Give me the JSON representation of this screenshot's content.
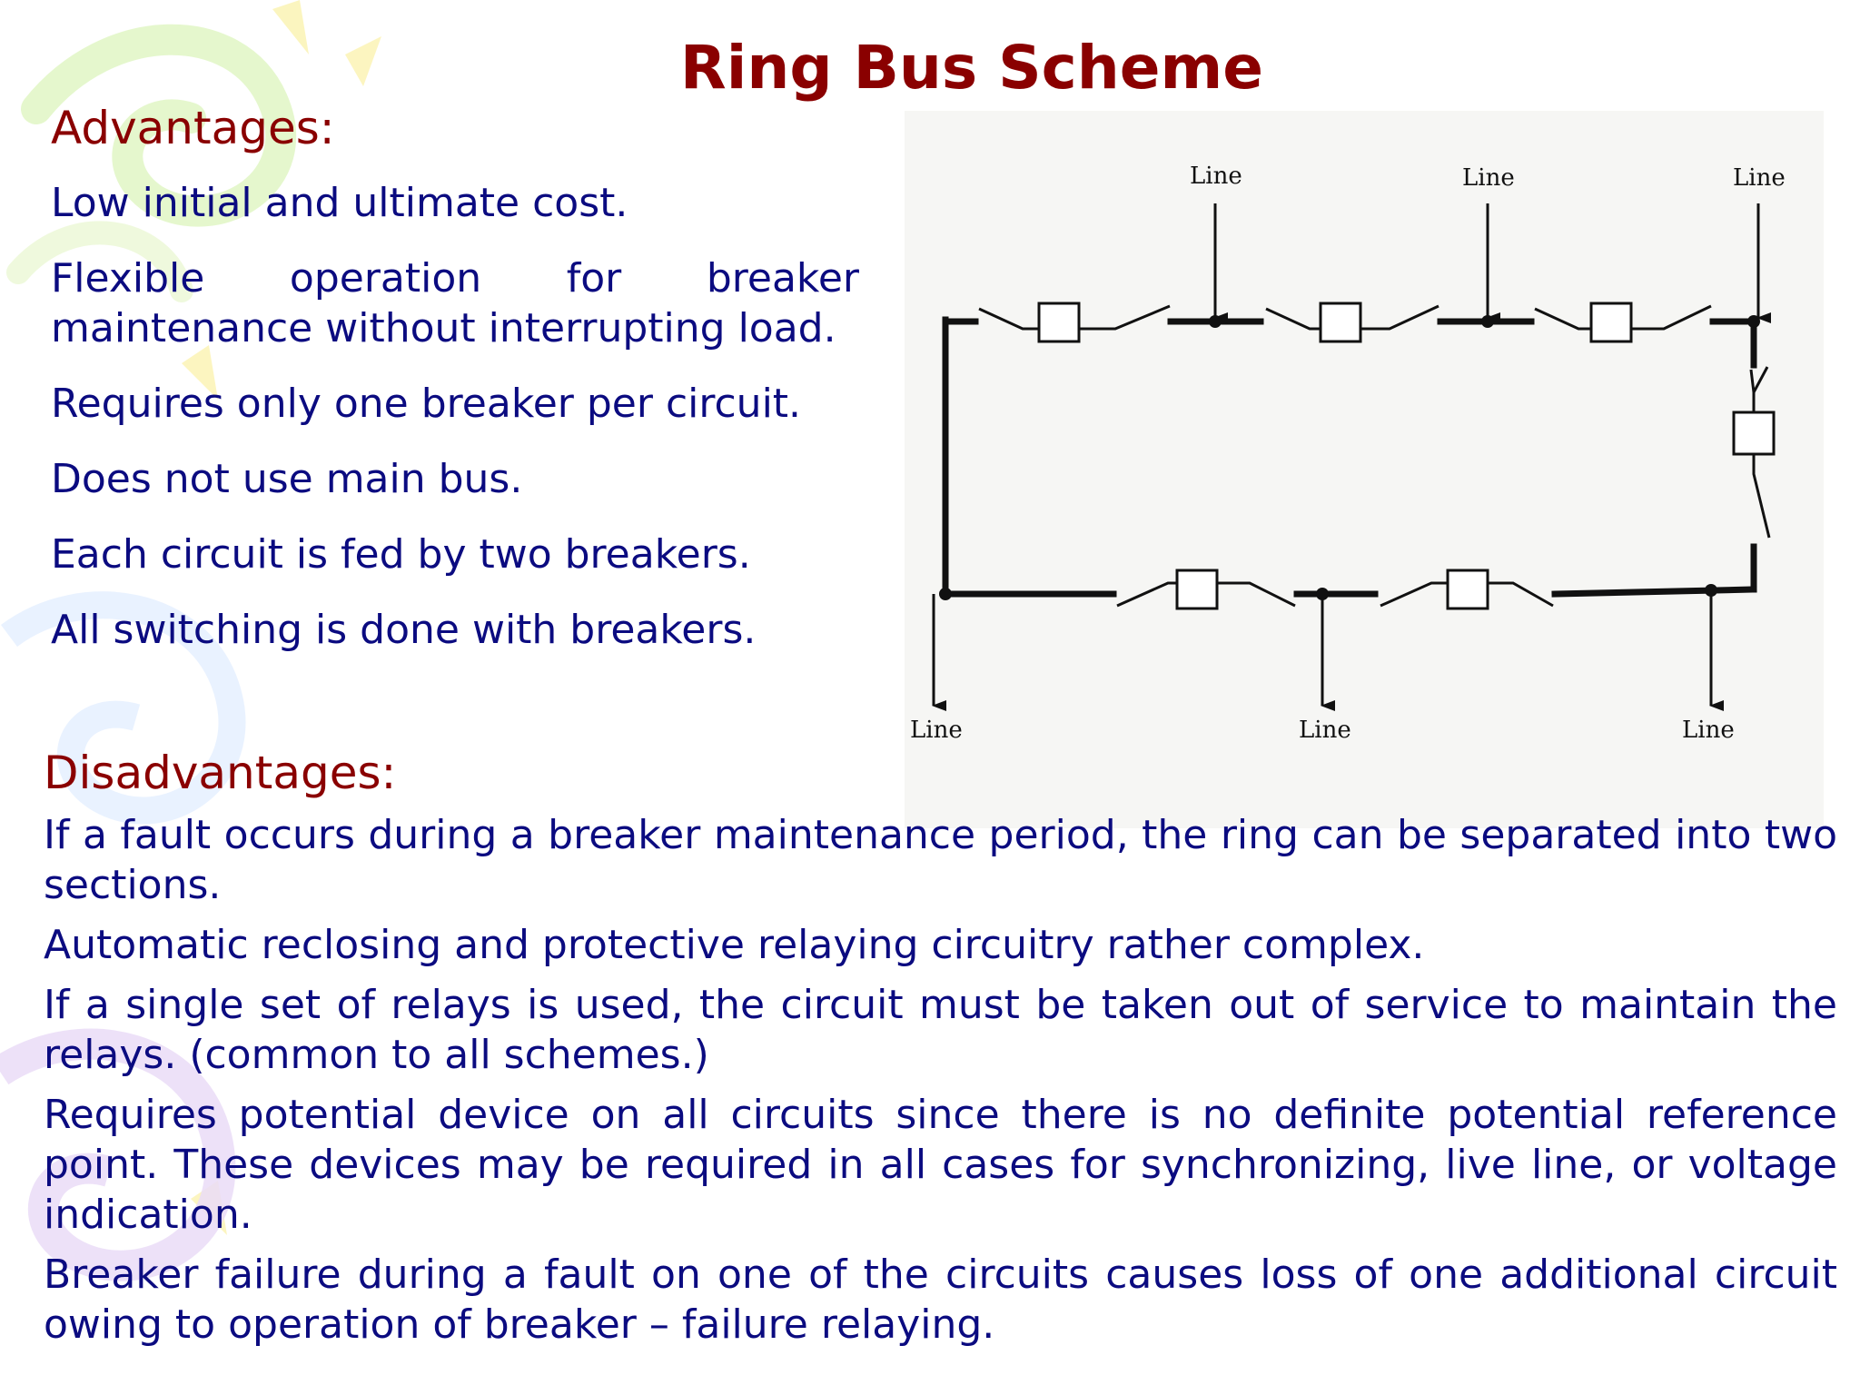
{
  "title": "Ring Bus Scheme",
  "advantages": {
    "heading": "Advantages:",
    "items": [
      "Low initial and ultimate cost.",
      "Flexible operation for breaker maintenance without interrupting load.",
      "Requires only one breaker per circuit.",
      "Does not use main bus.",
      "Each circuit is fed by two breakers.",
      "All switching is done with breakers."
    ]
  },
  "disadvantages": {
    "heading": "Disadvantages:",
    "items": [
      "If a fault occurs during a breaker maintenance period, the ring can be separated into two sections.",
      "Automatic reclosing and protective relaying circuitry rather complex.",
      "If a single set of relays is used, the circuit must be taken out of service to maintain the relays. (common to all schemes.)",
      "Requires potential device on all circuits since there is no definite potential reference point. These devices may be required in all cases for synchronizing, live line, or voltage indication.",
      "Breaker failure during a fault on one of the circuits causes loss of one additional circuit owing to operation of breaker – failure relaying."
    ]
  },
  "diagram": {
    "line_label": "Line"
  },
  "colors": {
    "title": "#8a0000",
    "heading": "#8a0000",
    "body_text": "#0b0b80"
  }
}
